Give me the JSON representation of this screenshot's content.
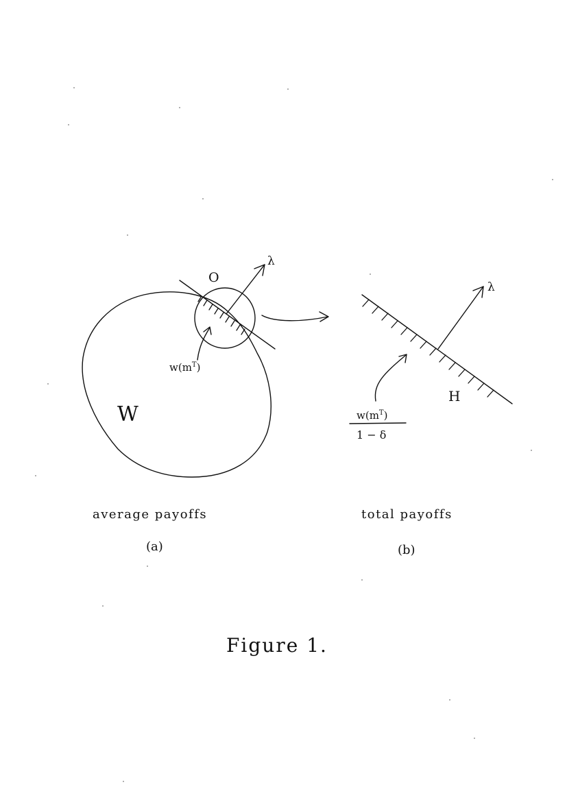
{
  "panel_a": {
    "set_label": "W",
    "point_label": "O",
    "vector_label": "λ",
    "pointer_label": "w(m",
    "pointer_superscript": "T",
    "pointer_close": ")",
    "caption": "average payoffs",
    "sublabel": "(a)"
  },
  "panel_b": {
    "halfspace_label": "H",
    "vector_label": "λ",
    "fraction_numerator": "w(m",
    "fraction_superscript": "T",
    "fraction_numerator_close": ")",
    "fraction_denominator": "1 − δ",
    "caption": "total payoffs",
    "sublabel": "(b)"
  },
  "figure_caption": "Figure 1."
}
